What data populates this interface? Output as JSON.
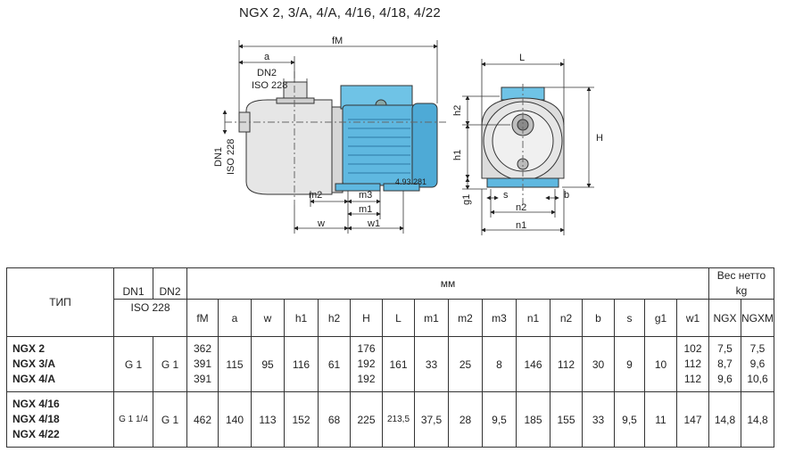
{
  "title": "NGX 2, 3/A, 4/A, 4/16, 4/18, 4/22",
  "drawing": {
    "labels": {
      "fM": "fM",
      "a": "a",
      "DN2": "DN2",
      "ISO": "ISO 228",
      "DN1": "DN1",
      "m2": "m2",
      "m3": "m3",
      "m1": "m1",
      "w": "w",
      "w1": "w1",
      "L": "L",
      "H": "H",
      "h1": "h1",
      "h2": "h2",
      "g1": "g1",
      "s": "s",
      "b": "b",
      "n1": "n1",
      "n2": "n2",
      "code": "4.93.281"
    }
  },
  "table": {
    "header": {
      "type": "ТИП",
      "dn1": "DN1",
      "dn2": "DN2",
      "iso": "ISO 228",
      "mm": "мм",
      "weight_line1": "Вес нетто",
      "weight_line2": "kg",
      "cols": [
        "fM",
        "a",
        "w",
        "h1",
        "h2",
        "H",
        "L",
        "m1",
        "m2",
        "m3",
        "n1",
        "n2",
        "b",
        "s",
        "g1",
        "w1"
      ],
      "ngx": "NGX",
      "ngxm": "NGXM"
    },
    "rows": [
      {
        "types": [
          "NGX 2",
          "NGX 3/A",
          "NGX 4/A"
        ],
        "dn1": "G 1",
        "dn2": "G 1",
        "fM": [
          "362",
          "391",
          "391"
        ],
        "a": "115",
        "w": "95",
        "h1": "116",
        "h2": "61",
        "H": [
          "176",
          "192",
          "192"
        ],
        "L": "161",
        "m1": "33",
        "m2": "25",
        "m3": "8",
        "n1": "146",
        "n2": "112",
        "b": "30",
        "s": "9",
        "g1": "10",
        "w1": [
          "102",
          "112",
          "112"
        ],
        "ngx": [
          "7,5",
          "8,7",
          "9,6"
        ],
        "ngxm": [
          "7,5",
          "9,6",
          "10,6"
        ]
      },
      {
        "types": [
          "NGX 4/16",
          "NGX 4/18",
          "NGX 4/22"
        ],
        "dn1": "G 1 1/4",
        "dn2": "G 1",
        "fM": "462",
        "a": "140",
        "w": "113",
        "h1": "152",
        "h2": "68",
        "H": "225",
        "L": "213,5",
        "m1": "37,5",
        "m2": "28",
        "m3": "9,5",
        "n1": "185",
        "n2": "155",
        "b": "33",
        "s": "9,5",
        "g1": "11",
        "w1": "147",
        "ngx": "14,8",
        "ngxm": "14,8"
      }
    ]
  }
}
